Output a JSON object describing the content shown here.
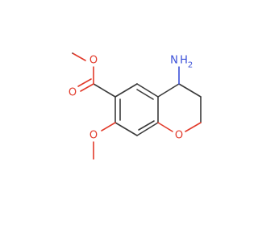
{
  "molecule": {
    "atom_labels": {
      "amine_n": "N",
      "amine_h2": "H",
      "amine_h_sub": "2",
      "ester_carbonyl_o": "O",
      "ester_ether_o": "O",
      "methoxy_o": "O",
      "ring_o": "O"
    },
    "colors": {
      "bond": "#3a3a3a",
      "oxygen": "#e23a2a",
      "nitrogen": "#3a4fd8",
      "background": "#ffffff"
    }
  }
}
